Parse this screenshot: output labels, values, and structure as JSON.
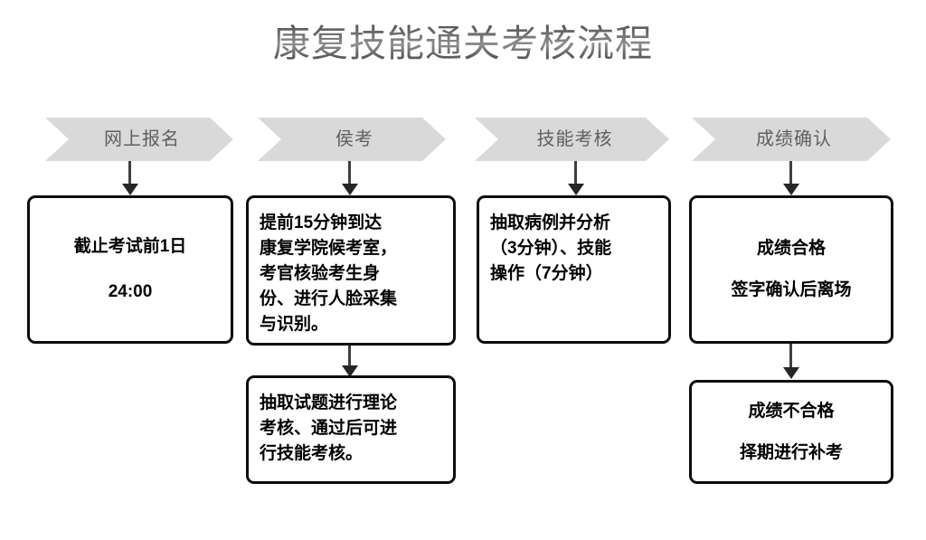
{
  "page": {
    "title": "康复技能通关考核流程",
    "background_color": "#ffffff"
  },
  "colors": {
    "chevron_fill": "#d9d9d9",
    "chevron_text": "#5f5f5f",
    "box_border": "#0d0d0d",
    "box_fill": "#ffffff",
    "box_text": "#000000",
    "arrow": "#3f3f3f",
    "title_text": "#595959"
  },
  "stages": [
    {
      "id": "online-registration",
      "banner": "网上报名",
      "boxes": [
        {
          "id": "deadline",
          "lines": [
            "截止考试前1日",
            "24:00"
          ],
          "align": "center"
        }
      ]
    },
    {
      "id": "waiting",
      "banner": "侯考",
      "boxes": [
        {
          "id": "arrive-and-verify",
          "lines": [
            "提前15分钟到达",
            "康复学院候考室，",
            "考官核验考生身",
            "份、进行人脸采集",
            "与识别。"
          ],
          "align": "left"
        },
        {
          "id": "theory-exam",
          "lines": [
            "抽取试题进行理论",
            "考核、通过后可进",
            "行技能考核。"
          ],
          "align": "left"
        }
      ]
    },
    {
      "id": "skill-assessment",
      "banner": "技能考核",
      "boxes": [
        {
          "id": "case-and-operation",
          "lines": [
            "抽取病例并分析",
            "（3分钟）、技能",
            "操作（7分钟）"
          ],
          "align": "left"
        }
      ]
    },
    {
      "id": "result-confirmation",
      "banner": "成绩确认",
      "boxes": [
        {
          "id": "pass",
          "lines": [
            "成绩合格",
            "签字确认后离场"
          ],
          "align": "center"
        },
        {
          "id": "fail",
          "lines": [
            "成绩不合格",
            "择期进行补考"
          ],
          "align": "center"
        }
      ]
    }
  ]
}
